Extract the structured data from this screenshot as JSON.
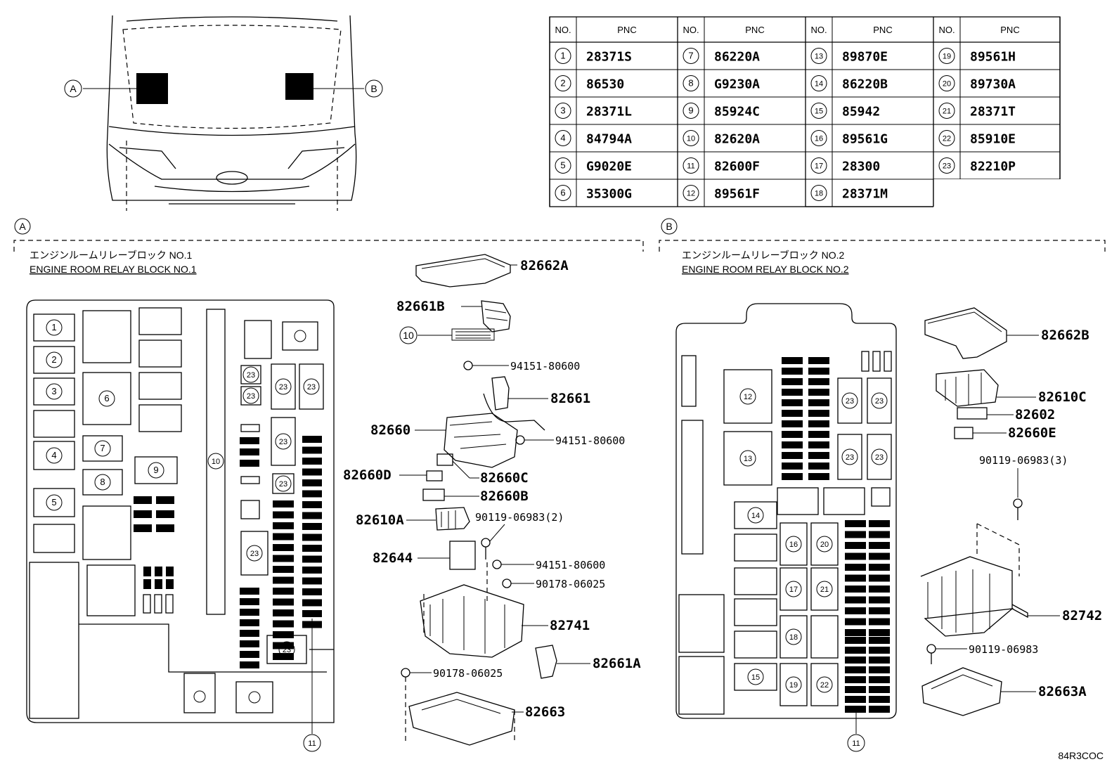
{
  "overview": {
    "left_marker": "A",
    "right_marker": "B"
  },
  "pnc_table": {
    "col_no": "NO.",
    "col_pnc": "PNC",
    "rows": [
      {
        "no": "1",
        "pnc": "28371S"
      },
      {
        "no": "2",
        "pnc": "86530"
      },
      {
        "no": "3",
        "pnc": "28371L"
      },
      {
        "no": "4",
        "pnc": "84794A"
      },
      {
        "no": "5",
        "pnc": "G9020E"
      },
      {
        "no": "6",
        "pnc": "35300G"
      },
      {
        "no": "7",
        "pnc": "86220A"
      },
      {
        "no": "8",
        "pnc": "G9230A"
      },
      {
        "no": "9",
        "pnc": "85924C"
      },
      {
        "no": "10",
        "pnc": "82620A"
      },
      {
        "no": "11",
        "pnc": "82600F"
      },
      {
        "no": "12",
        "pnc": "89561F"
      },
      {
        "no": "13",
        "pnc": "89870E"
      },
      {
        "no": "14",
        "pnc": "86220B"
      },
      {
        "no": "15",
        "pnc": "85942"
      },
      {
        "no": "16",
        "pnc": "89561G"
      },
      {
        "no": "17",
        "pnc": "28300"
      },
      {
        "no": "18",
        "pnc": "28371M"
      },
      {
        "no": "19",
        "pnc": "89561H"
      },
      {
        "no": "20",
        "pnc": "89730A"
      },
      {
        "no": "21",
        "pnc": "28371T"
      },
      {
        "no": "22",
        "pnc": "85910E"
      },
      {
        "no": "23",
        "pnc": "82210P"
      }
    ]
  },
  "section_a": {
    "marker": "A",
    "title_jp": "エンジンルームリレーブロック NO.1",
    "title_en": "ENGINE ROOM RELAY BLOCK NO.1",
    "callout": "11",
    "parts": {
      "p82662A": "82662A",
      "p82661B": "82661B",
      "n10": "10",
      "p94151_a": "94151-80600",
      "p82661": "82661",
      "p82660": "82660",
      "p94151_b": "94151-80600",
      "p82660D": "82660D",
      "p82660C": "82660C",
      "p82660B": "82660B",
      "p82610A": "82610A",
      "p90119_2": "90119-06983(2)",
      "p82644": "82644",
      "p94151_c": "94151-80600",
      "p90178_a": "90178-06025",
      "p82741": "82741",
      "p82661A": "82661A",
      "p90178_b": "90178-06025",
      "p82663": "82663"
    }
  },
  "section_b": {
    "marker": "B",
    "title_jp": "エンジンルームリレーブロック NO.2",
    "title_en": "ENGINE ROOM RELAY BLOCK NO.2",
    "callout": "11",
    "parts": {
      "p82662B": "82662B",
      "p82610C": "82610C",
      "p82602": "82602",
      "p82660E": "82660E",
      "p90119_3": "90119-06983(3)",
      "p82742": "82742",
      "p90119": "90119-06983",
      "p82663A": "82663A"
    }
  },
  "figure_code": "84R3COC"
}
